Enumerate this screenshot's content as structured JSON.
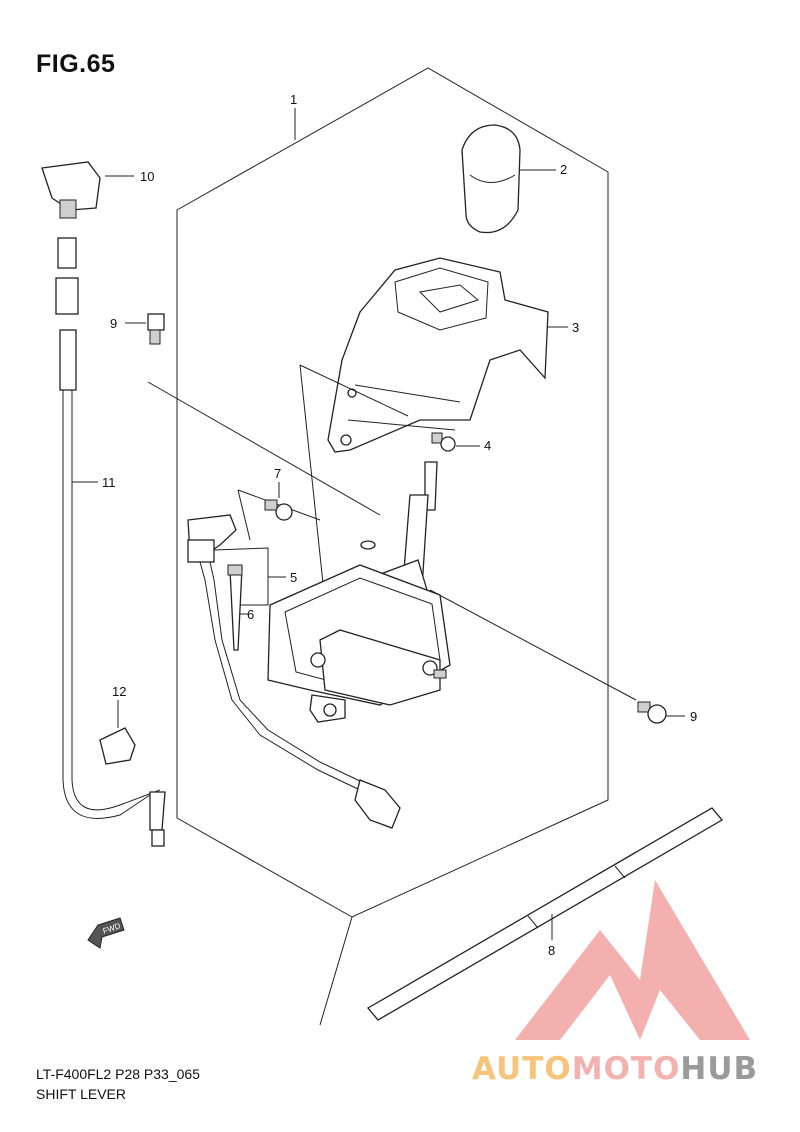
{
  "figure": {
    "title": "FIG.65",
    "model_code": "LT-F400FL2 P28 P33_065",
    "section_name": "SHIFT LEVER"
  },
  "callouts": [
    {
      "id": "1",
      "label": "1"
    },
    {
      "id": "2",
      "label": "2"
    },
    {
      "id": "3",
      "label": "3"
    },
    {
      "id": "4",
      "label": "4"
    },
    {
      "id": "5",
      "label": "5"
    },
    {
      "id": "6",
      "label": "6"
    },
    {
      "id": "7",
      "label": "7"
    },
    {
      "id": "8",
      "label": "8"
    },
    {
      "id": "9a",
      "label": "9"
    },
    {
      "id": "9b",
      "label": "9"
    },
    {
      "id": "10",
      "label": "10"
    },
    {
      "id": "11",
      "label": "11"
    },
    {
      "id": "12",
      "label": "12"
    }
  ],
  "direction_marker": {
    "label": "FWD"
  },
  "watermark": {
    "part1": "AUTO",
    "part2": "MOTO",
    "part3": "HUB",
    "colors": {
      "part1": "#f6c47a",
      "part2": "#f2b3b0",
      "part3": "#9a9a9a",
      "logo": "#f3a3a0"
    }
  }
}
